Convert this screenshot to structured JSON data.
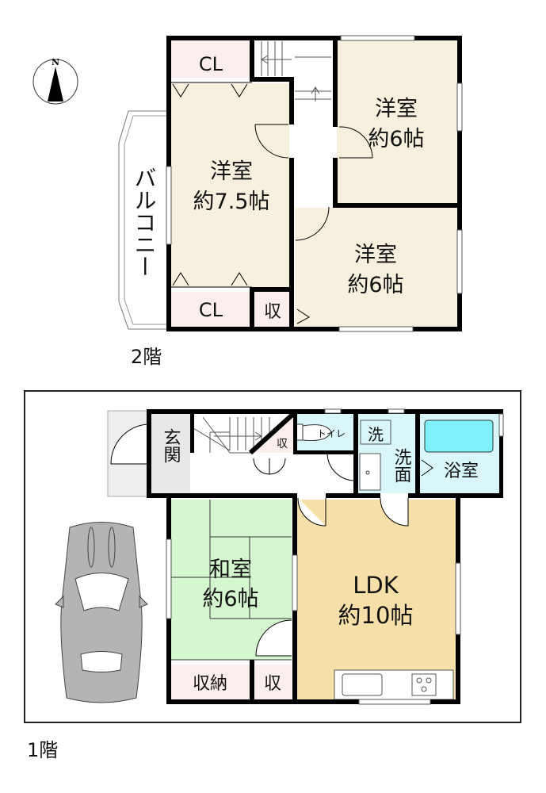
{
  "floors": {
    "second": {
      "label": "2階",
      "rooms": {
        "cl_top": "CL",
        "cl_bottom": "CL",
        "western_large": {
          "name": "洋室",
          "size": "約7.5帖"
        },
        "western_ne": {
          "name": "洋室",
          "size": "約6帖"
        },
        "western_se": {
          "name": "洋室",
          "size": "約6帖"
        },
        "storage": "収",
        "balcony": "バルコニー"
      }
    },
    "first": {
      "label": "1階",
      "rooms": {
        "entrance": "玄関",
        "stair_storage": "収",
        "toilet": "トイレ",
        "washer": "洗",
        "washroom": "洗面",
        "bathroom": "浴室",
        "japanese": {
          "name": "和室",
          "size": "約6帖"
        },
        "ldk": {
          "name": "LDK",
          "size": "約10帖"
        },
        "closet": "収納",
        "storage": "収"
      }
    }
  },
  "compass": {
    "north_label": "N"
  },
  "colors": {
    "western": "#f7f0df",
    "closet": "#fdeeee",
    "japanese": "#d4f7cf",
    "ldk": "#f6dfa8",
    "wet": "#d9f7fb",
    "bathtub": "#7ef1fa",
    "entrance": "#e8e8e8",
    "car": "#b4b4b4",
    "wall": "#000000"
  }
}
